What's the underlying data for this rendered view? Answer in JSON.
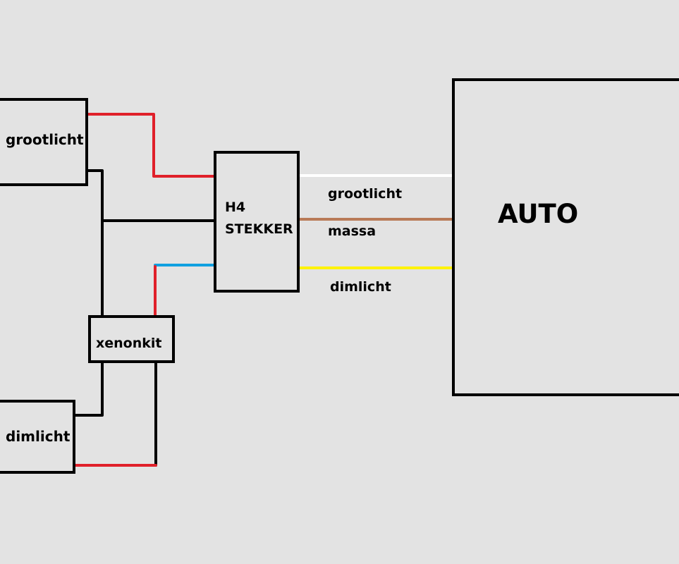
{
  "labels": {
    "grootlicht_lamp": "grootlicht",
    "dimlicht_lamp": "dimlicht",
    "xenonkit": "xenonkit",
    "h4_line1": "H4",
    "h4_line2": "STEKKER",
    "wire_grootlicht": "grootlicht",
    "wire_massa": "massa",
    "wire_dimlicht": "dimlicht",
    "auto": "AUTO"
  },
  "colors": {
    "background": "#e3e3e3",
    "outline": "#000000",
    "red_wire": "#e0202a",
    "blue_wire": "#10a0e0",
    "white_wire": "#ffffff",
    "brown_wire": "#b97a57",
    "yellow_wire": "#fff200"
  }
}
